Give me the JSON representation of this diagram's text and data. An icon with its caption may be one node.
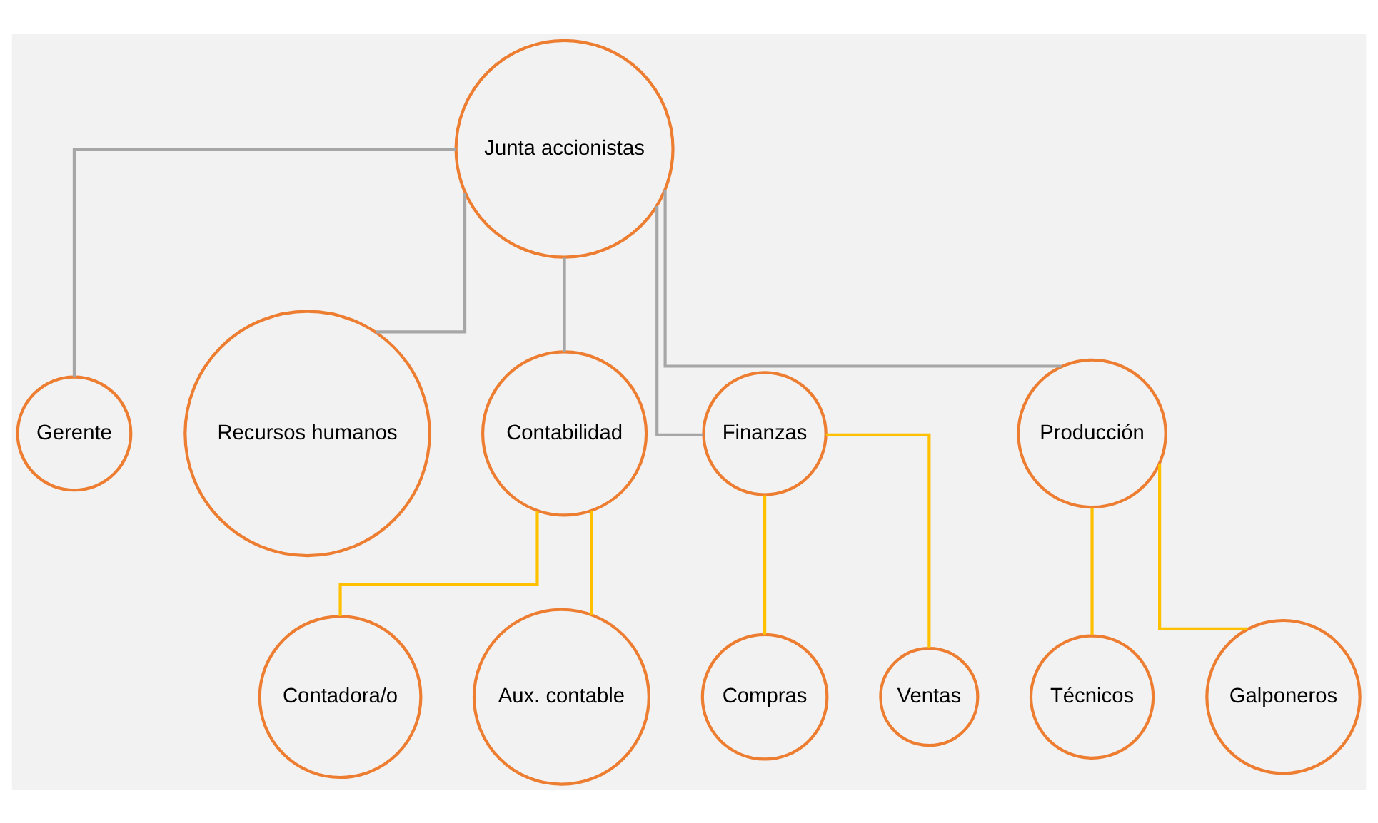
{
  "diagram": {
    "nodes": [
      {
        "text": [
          "Junta accionistas"
        ]
      },
      {
        "text": [
          "Gerente"
        ]
      },
      {
        "text": [
          "Recursos humanos"
        ]
      },
      {
        "text": [
          "Contabilidad"
        ]
      },
      {
        "text": [
          "Finanzas"
        ]
      },
      {
        "text": [
          "Producción"
        ]
      },
      {
        "text": [
          "Contadora/o"
        ]
      },
      {
        "text": [
          "Aux. contable"
        ]
      },
      {
        "text": [
          "Compras"
        ]
      },
      {
        "text": [
          "Ventas"
        ]
      },
      {
        "text": [
          "Técnicos"
        ]
      },
      {
        "text": [
          "Galponeros"
        ]
      }
    ],
    "edges": [
      {
        "from": 0,
        "to": 1,
        "arrow": "none",
        "color": "#a6a6a6"
      },
      {
        "from": 0,
        "to": 2,
        "arrow": "none",
        "color": "#a6a6a6"
      },
      {
        "from": 0,
        "to": 3,
        "arrow": "none",
        "color": "#a6a6a6"
      },
      {
        "from": 0,
        "to": 4,
        "arrow": "none",
        "color": "#a6a6a6"
      },
      {
        "from": 0,
        "to": 5,
        "arrow": "none",
        "color": "#a6a6a6"
      },
      {
        "from": 3,
        "to": 6,
        "arrow": "none",
        "color": "#ffc000"
      },
      {
        "from": 3,
        "to": 7,
        "arrow": "none",
        "color": "#ffc000"
      },
      {
        "from": 4,
        "to": 8,
        "arrow": "none",
        "color": "#ffc000"
      },
      {
        "from": 4,
        "to": 9,
        "arrow": "none",
        "color": "#ffc000"
      },
      {
        "from": 5,
        "to": 10,
        "arrow": "none",
        "color": "#ffc000"
      },
      {
        "from": 5,
        "to": 11,
        "arrow": "none",
        "color": "#ffc000"
      }
    ]
  }
}
